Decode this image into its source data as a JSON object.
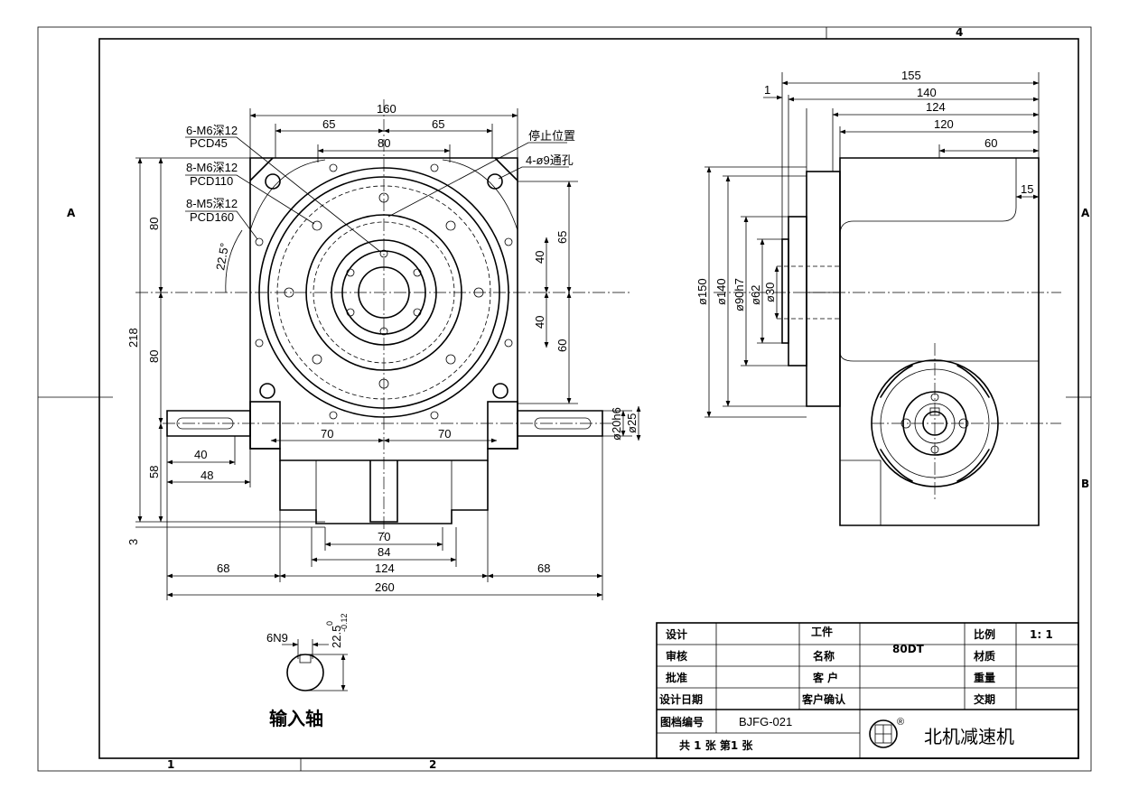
{
  "border": {
    "zone_top": "4",
    "zone_left": "A",
    "zone_right_a": "A",
    "zone_right_b": "B",
    "zone_bottom_1": "1",
    "zone_bottom_2": "2"
  },
  "front_view": {
    "dims_top": [
      "160",
      "65",
      "65",
      "80"
    ],
    "labels": {
      "m6_pcd45": "6-M6深12",
      "pcd45": "PCD45",
      "m6_pcd110": "8-M6深12",
      "pcd110": "PCD110",
      "m5_pcd160": "8-M5深12",
      "pcd160": "PCD160",
      "stop_position": "停止位置",
      "thru_holes": "4-ø9通孔",
      "angle": "22.5°"
    },
    "dims_left": [
      "218",
      "80",
      "80",
      "58",
      "3"
    ],
    "dims_right": [
      "65",
      "40",
      "40",
      "60",
      "ø20h6",
      "ø25"
    ],
    "dims_shaft": [
      "70",
      "70",
      "40",
      "48"
    ],
    "dims_bottom": [
      "70",
      "84",
      "68",
      "124",
      "68",
      "260"
    ]
  },
  "side_view": {
    "dims_top": [
      "155",
      "1",
      "140",
      "124",
      "120",
      "60",
      "15"
    ],
    "dims_diameters": [
      "ø150",
      "ø140",
      "ø90h7",
      "ø62",
      "ø30"
    ]
  },
  "keyway": {
    "width": "6N9",
    "depth": "22.5",
    "tol_upper": "0",
    "tol_lower": "-0.12",
    "title": "输入轴"
  },
  "title_block": {
    "design": "设计",
    "review": "审核",
    "approve": "批准",
    "design_date": "设计日期",
    "drawing_no_label": "图档编号",
    "drawing_no": "BJFG-021",
    "sheets": "共 1 张 第1 张",
    "part_label": "工件",
    "name_label": "名称",
    "customer": "客 户",
    "customer_confirm": "客户确认",
    "model": "80DT",
    "scale_label": "比例",
    "scale": "1: 1",
    "material": "材质",
    "weight": "重量",
    "delivery": "交期",
    "company": "北机减速机",
    "registered": "®"
  }
}
